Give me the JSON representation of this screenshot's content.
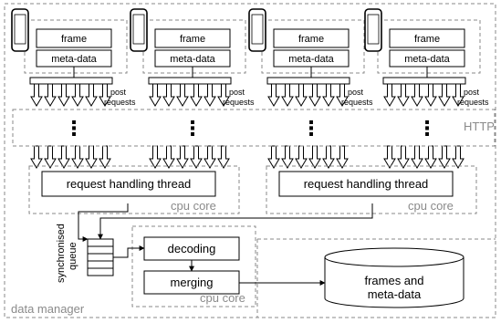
{
  "devices": [
    {
      "frame_label": "frame",
      "meta_label": "meta-data"
    },
    {
      "frame_label": "frame",
      "meta_label": "meta-data"
    },
    {
      "frame_label": "frame",
      "meta_label": "meta-data"
    },
    {
      "frame_label": "frame",
      "meta_label": "meta-data"
    }
  ],
  "post_label": [
    "post",
    "requests"
  ],
  "http_label": "HTTP",
  "dots": "⋮",
  "cores": [
    {
      "thread_label": "request handling thread",
      "core_label": "cpu core"
    },
    {
      "thread_label": "request handling thread",
      "core_label": "cpu core"
    }
  ],
  "queue_label": [
    "synchronised",
    "queue"
  ],
  "decoding_label": "decoding",
  "merging_label": "merging",
  "bottom_core_label": "cpu core",
  "data_manager_label": "data manager",
  "storage_label": [
    "frames and",
    "meta-data"
  ]
}
